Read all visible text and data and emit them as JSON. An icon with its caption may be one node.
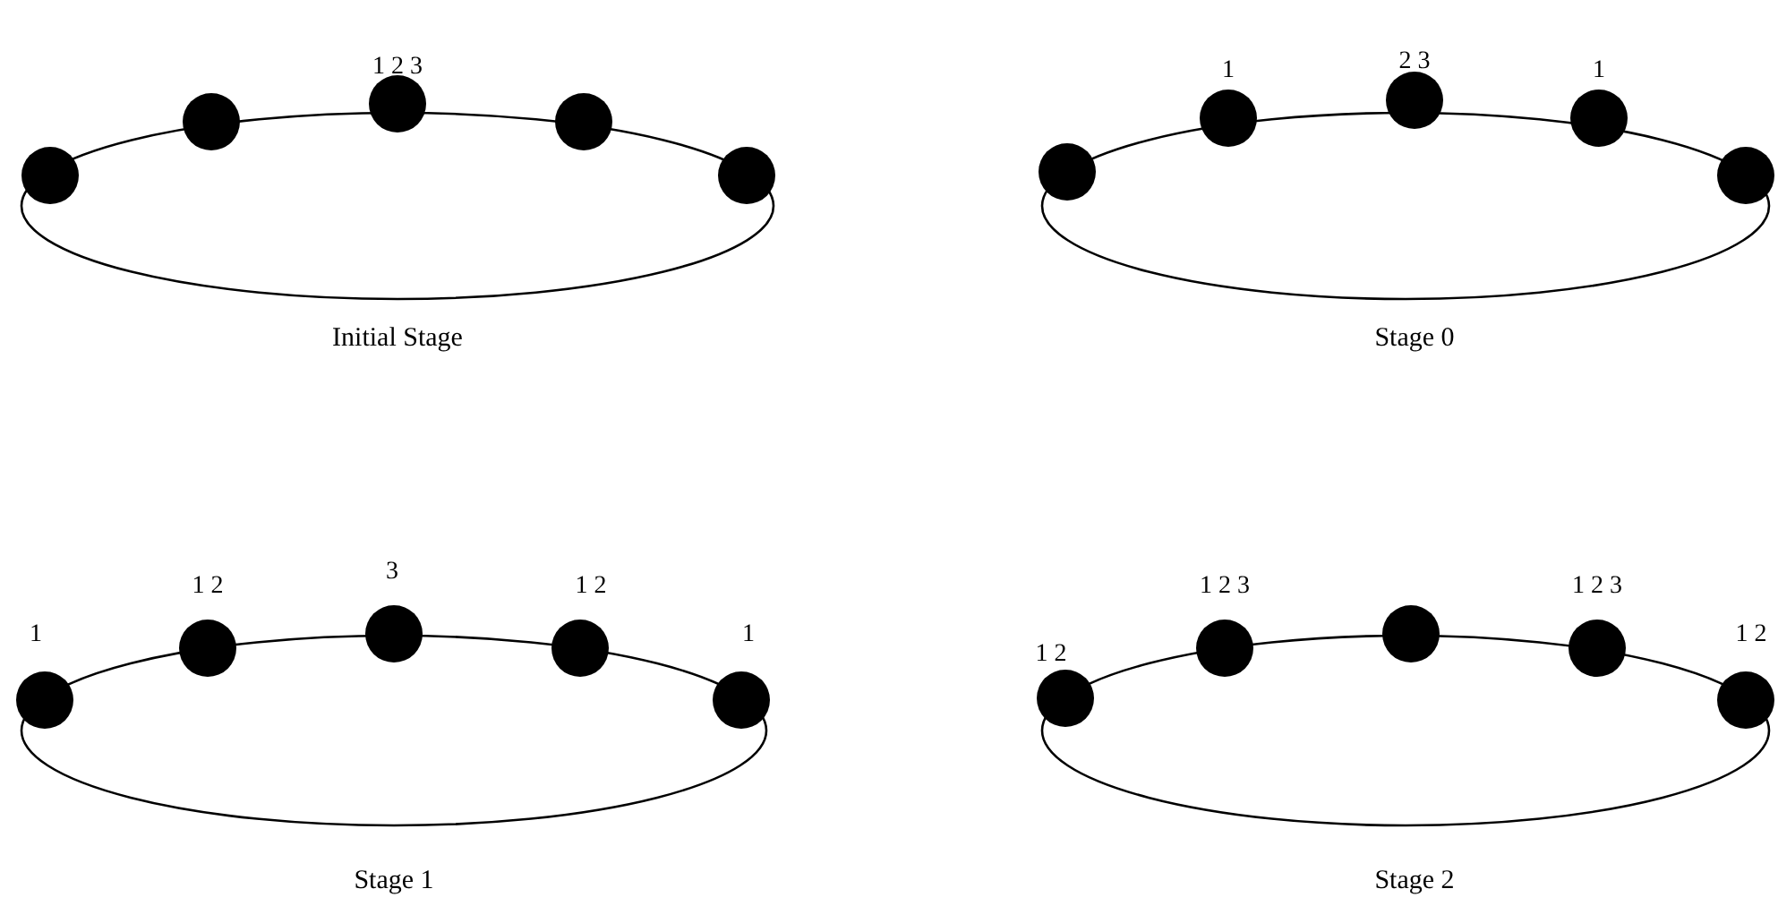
{
  "diagram": {
    "nodes": [
      {
        "text": [],
        "shape": "circle"
      },
      {
        "text": [],
        "shape": "circle"
      },
      {
        "text": [],
        "shape": "circle",
        "beside": [
          "1 2 3"
        ]
      },
      {
        "text": [],
        "shape": "circle"
      },
      {
        "text": [],
        "shape": "circle"
      },
      {
        "text": [],
        "shape": "circle"
      },
      {
        "text": [],
        "shape": "circle",
        "beside": [
          "1"
        ]
      },
      {
        "text": [],
        "shape": "circle",
        "beside": [
          "2 3"
        ]
      },
      {
        "text": [],
        "shape": "circle",
        "beside": [
          "1"
        ]
      },
      {
        "text": [],
        "shape": "circle"
      },
      {
        "text": [],
        "shape": "circle",
        "beside": [
          "1"
        ]
      },
      {
        "text": [],
        "shape": "circle",
        "beside": [
          "1 2"
        ]
      },
      {
        "text": [],
        "shape": "circle",
        "beside": [
          "3"
        ]
      },
      {
        "text": [],
        "shape": "circle",
        "beside": [
          "1 2"
        ]
      },
      {
        "text": [],
        "shape": "circle",
        "beside": [
          "1"
        ]
      },
      {
        "text": [],
        "shape": "circle",
        "beside": [
          "1 2"
        ]
      },
      {
        "text": [],
        "shape": "circle",
        "beside": [
          "1 2 3"
        ]
      },
      {
        "text": [],
        "shape": "circle"
      },
      {
        "text": [],
        "shape": "circle",
        "beside": [
          "1 2 3"
        ]
      },
      {
        "text": [],
        "shape": "circle",
        "beside": [
          "1 2"
        ]
      }
    ],
    "labels": [
      "Initial Stage",
      "Stage 0",
      "Stage 1",
      "Stage 2"
    ]
  }
}
